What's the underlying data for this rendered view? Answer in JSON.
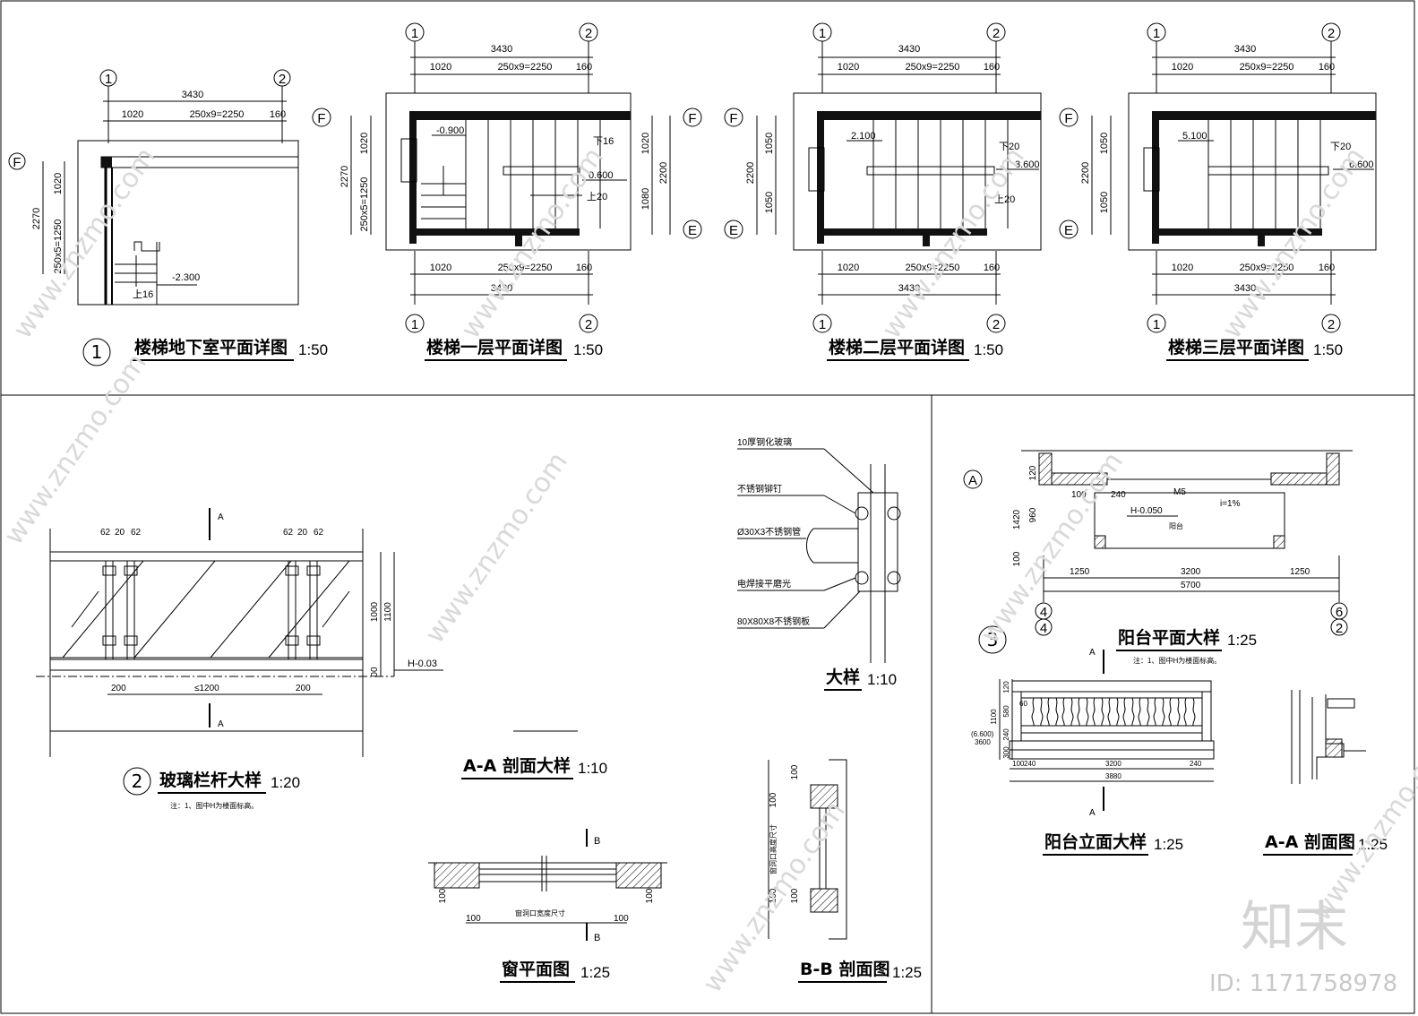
{
  "titles": {
    "stair_basement": "楼梯地下室平面详图",
    "stair_basement_scale": "1:50",
    "stair_first": "楼梯一层平面详图",
    "stair_first_scale": "1:50",
    "stair_second": "楼梯二层平面详图",
    "stair_second_scale": "1:50",
    "stair_third": "楼梯三层平面详图",
    "stair_third_scale": "1:50",
    "glass_railing": "玻璃栏杆大样",
    "glass_railing_scale": "1:20",
    "glass_note": "注：1、图中H为楼面标高。",
    "aa_section": "A-A 剖面大样",
    "aa_section_scale": "1:10",
    "detail": "大样",
    "detail_scale": "1:10",
    "window_plan": "窗平面图",
    "window_plan_scale": "1:25",
    "bb_section": "B-B 剖面图",
    "bb_section_scale": "1:25",
    "balcony_plan": "阳台平面大样",
    "balcony_plan_scale": "1:25",
    "balcony_note": "注：1、图中H为楼面标高。",
    "balcony_elev": "阳台立面大样",
    "balcony_elev_scale": "1:25",
    "aa_section2": "A-A 剖面图",
    "aa_section2_scale": "1:25"
  },
  "detail_numbers": {
    "d1": "1",
    "d2": "2",
    "d3": "3"
  },
  "axes": {
    "a1": "1",
    "a2": "2",
    "aF": "F",
    "aE": "E",
    "aA": "A",
    "a4": "4",
    "a6": "6"
  },
  "dims": {
    "total": "3430",
    "left": "1020",
    "run": "250x9=2250",
    "right": "160",
    "h2270": "2270",
    "h1020": "1020",
    "h250x5": "250x5=1250",
    "h2200": "2200",
    "h1080": "1080",
    "h100": "100",
    "h1050": "1050"
  },
  "levels": {
    "basement": "-2.300",
    "up16": "上16",
    "first_low": "-0.900",
    "first_mid": "0.600",
    "first_down": "下16",
    "first_up": "上20",
    "second_low": "2.100",
    "second_mid": "3.600",
    "second_down": "下20",
    "second_up": "上20",
    "third_low": "5.100",
    "third_mid": "6.600",
    "third_down": "下20"
  },
  "railing": {
    "sec_a": "A",
    "d62": "62",
    "d20": "20",
    "d200": "200",
    "d1200": "≤1200",
    "h1000": "1000",
    "h1100": "1100",
    "h00": "00",
    "level": "H-0.03"
  },
  "detail_labels": {
    "glass": "10厚钢化玻璃",
    "rivet": "不锈钢铆钉",
    "pipe": "Ø30X3不锈钢管",
    "weld": "电焊接平磨光",
    "plate": "80X80X8不锈钢板"
  },
  "window": {
    "sec_b": "B",
    "d100": "100",
    "width_label": "窗洞口宽度尺寸",
    "height_label": "窗洞口高度尺寸"
  },
  "balcony": {
    "d120": "120",
    "d100": "100",
    "d240": "240",
    "d1420": "1420",
    "d960": "960",
    "d1250": "1250",
    "d3200": "3200",
    "d5700": "5700",
    "m5": "M5",
    "level": "H-0.050",
    "slope": "i=1%",
    "label": "阳台",
    "e1100": "1100",
    "e580": "580",
    "e240": "240",
    "e300": "300",
    "e3880": "3880",
    "e3600": "3600",
    "e6600": "(6.600)",
    "e60": "60",
    "sec_a": "A"
  },
  "watermark": {
    "brand": "知末",
    "site": "www.znzmo.com",
    "id": "ID: 1171758978"
  }
}
